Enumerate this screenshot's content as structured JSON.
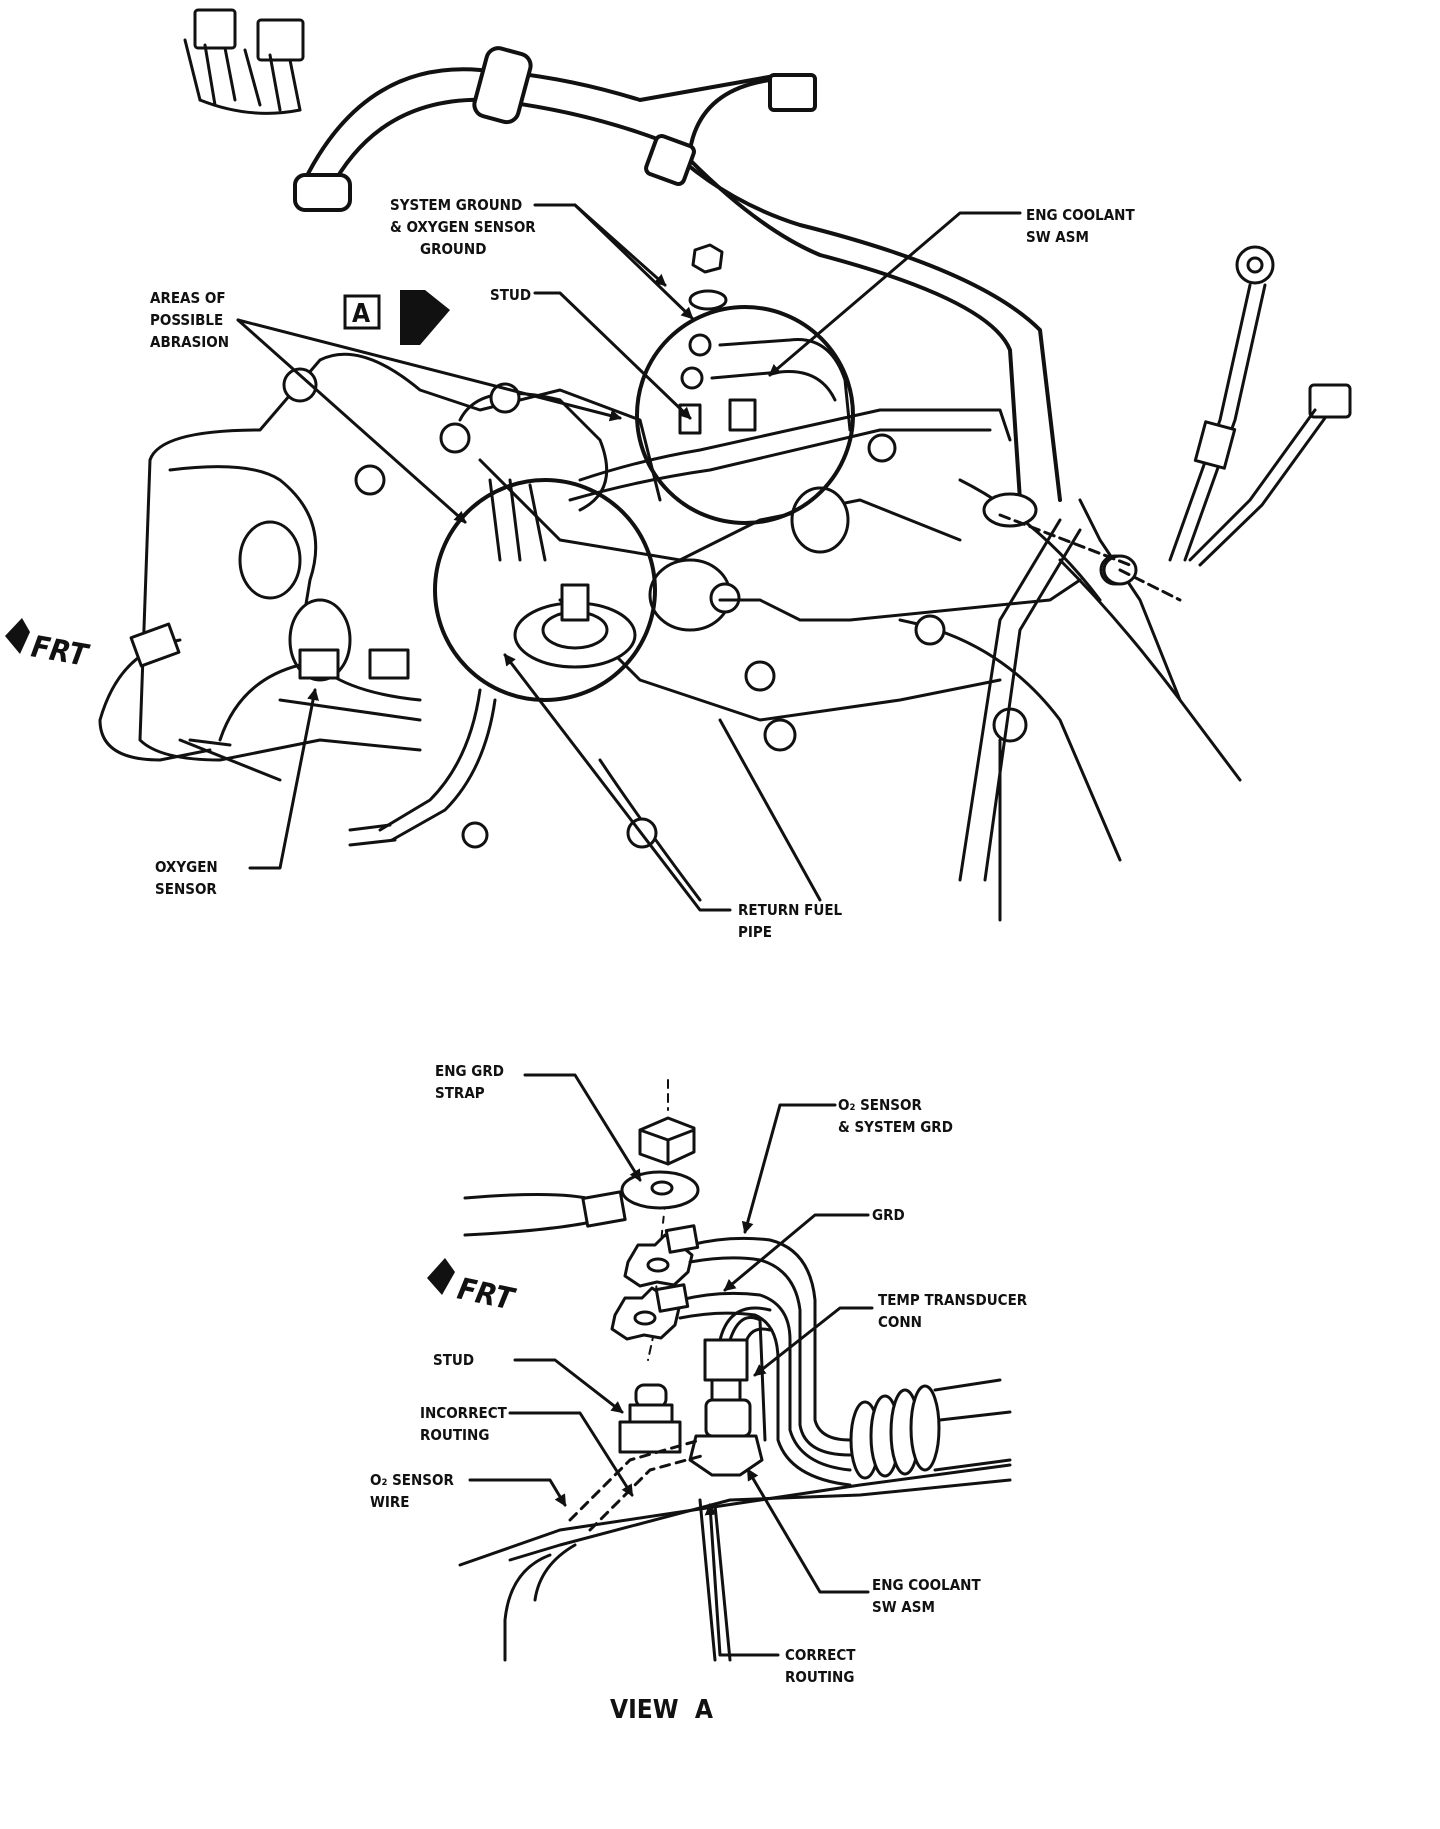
{
  "colors": {
    "ink": "#111111",
    "paper": "#ffffff"
  },
  "top_view": {
    "labels": {
      "system_ground": [
        "SYSTEM GROUND",
        "& OXYGEN SENSOR",
        "GROUND"
      ],
      "eng_coolant": [
        "ENG COOLANT",
        "SW ASM"
      ],
      "areas_abrasion": [
        "AREAS OF",
        "POSSIBLE",
        "ABRASION"
      ],
      "stud": [
        "STUD"
      ],
      "oxygen_sensor": [
        "OXYGEN",
        "SENSOR"
      ],
      "return_fuel_pipe": [
        "RETURN FUEL",
        "PIPE"
      ],
      "frt": "FRT",
      "view_marker": "A"
    }
  },
  "view_a": {
    "labels": {
      "eng_grd_strap": [
        "ENG GRD",
        "STRAP"
      ],
      "o2_sensor_system_grd": [
        "O₂ SENSOR",
        "& SYSTEM GRD"
      ],
      "grd": [
        "GRD"
      ],
      "temp_transducer": [
        "TEMP TRANSDUCER",
        "CONN"
      ],
      "stud": [
        "STUD"
      ],
      "incorrect_routing": [
        "INCORRECT",
        "ROUTING"
      ],
      "o2_sensor_wire": [
        "O₂ SENSOR",
        "WIRE"
      ],
      "eng_coolant": [
        "ENG COOLANT",
        "SW ASM"
      ],
      "correct_routing": [
        "CORRECT",
        "ROUTING"
      ],
      "frt": "FRT",
      "title": "VIEW  A"
    }
  }
}
